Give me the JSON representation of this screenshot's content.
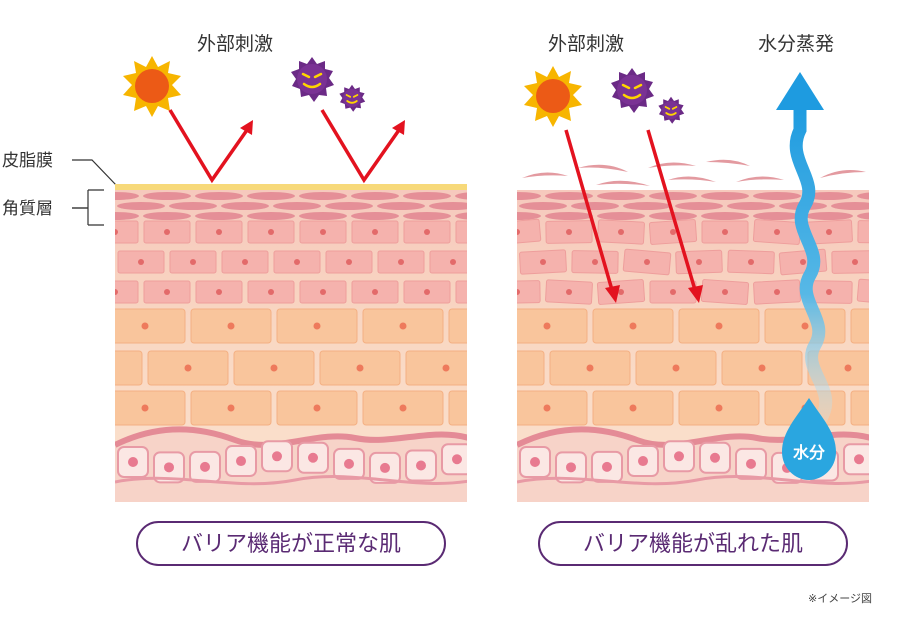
{
  "left_panel": {
    "stimulus_label": "外部刺激",
    "sebum_label": "皮脂膜",
    "stratum_label": "角質層",
    "caption": "バリア機能が正常な肌"
  },
  "right_panel": {
    "stimulus_label": "外部刺激",
    "evaporation_label": "水分蒸発",
    "water_label": "水分",
    "caption": "バリア機能が乱れた肌"
  },
  "note": "※イメージ図",
  "colors": {
    "arrow": "#e3121f",
    "sun": "#f4a000",
    "germ": "#6b2a86",
    "water": "#2aa6e0",
    "caption_border": "#5a2a73",
    "sebum": "#f7d97a"
  },
  "icons": [
    "sun-icon",
    "germ-icon",
    "water-drop-icon"
  ]
}
